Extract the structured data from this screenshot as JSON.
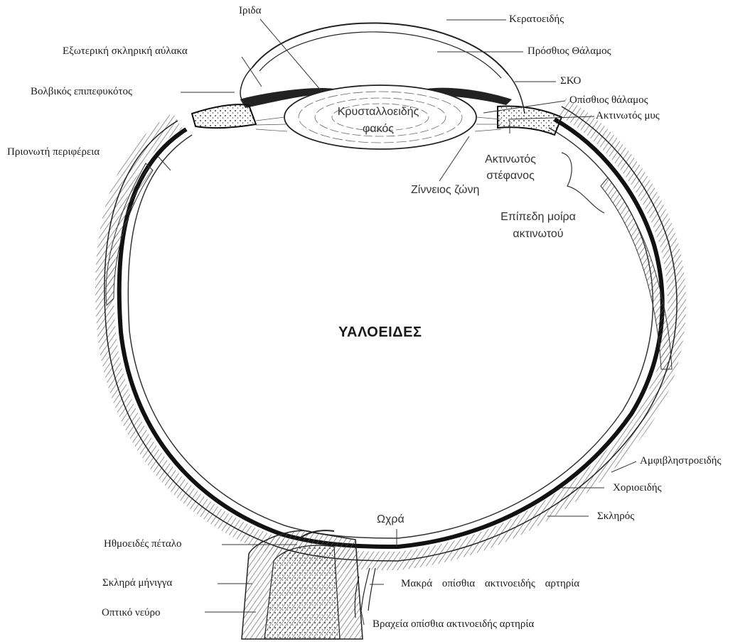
{
  "labels": {
    "iris": "Ιριδα",
    "cornea": "Κερατοειδής",
    "outer_scleral_sulcus": "Εξωτερική σκληρική αύλακα",
    "anterior_chamber": "Πρόσθιος Θάλαμος",
    "bulbar_conjunctiva": "Βολβικός επιπεφυκότος",
    "sko": "ΣΚΟ",
    "posterior_chamber": "Οπίσθιος θάλαμος",
    "ciliary_muscle": "Ακτινωτός μυς",
    "lens_line1": "Κρυσταλλοειδής",
    "lens_line2": "φακός",
    "ora_serrata": "Πριονωτή περιφέρεια",
    "ciliary_crown_line1": "Ακτινωτός",
    "ciliary_crown_line2": "στέφανος",
    "zonule": "Ζίννειος ζώνη",
    "pars_plana_line1": "Επίπεδη μοίρα",
    "pars_plana_line2": "ακτινωτού",
    "vitreous": "ΥΑΛΟΕΙΔΕΣ",
    "retina": "Αμφιβληστροειδής",
    "choroid": "Χοριοειδής",
    "sclera": "Σκληρός",
    "macula": "Ωχρά",
    "lamina_cribrosa": "Ηθμοειδές πέταλο",
    "long_ciliary_artery": "Μακρά οπίσθια ακτινοειδής αρτηρία",
    "dura_mater": "Σκληρά μήνιγγα",
    "optic_nerve": "Οπτικό νεύρο",
    "short_ciliary_artery": "Βραχεία οπίσθια ακτινοειδής αρτηρία"
  }
}
